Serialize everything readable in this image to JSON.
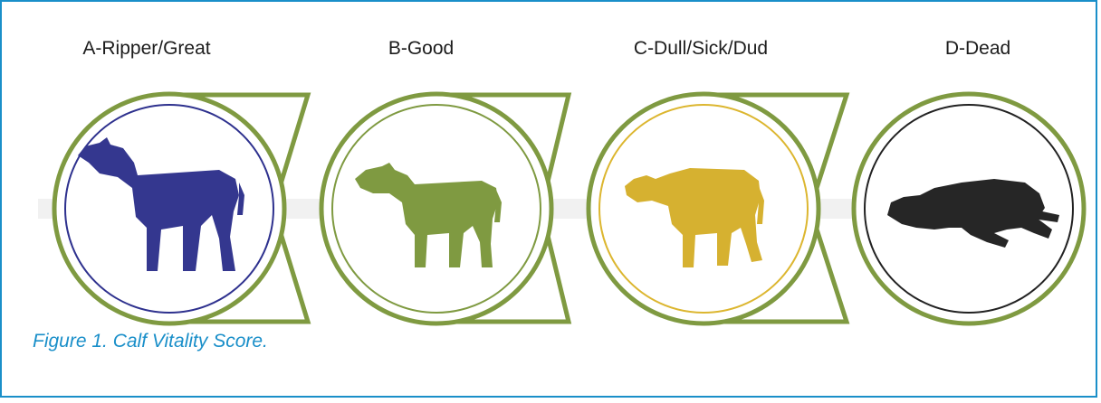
{
  "figure": {
    "caption": "Figure 1. Calf Vitality Score.",
    "chain_color": "#7f9a41",
    "scores": [
      {
        "label": "A-Ripper/Great",
        "ring_color": "#2e318e",
        "calf_color": "#34378f",
        "icon": "calf-standing-alert-icon"
      },
      {
        "label": "B-Good",
        "ring_color": "#7f9a41",
        "calf_color": "#7f9a41",
        "icon": "calf-standing-icon"
      },
      {
        "label": "C-Dull/Sick/Dud",
        "ring_color": "#dcb62f",
        "calf_color": "#d6b130",
        "icon": "calf-drooping-icon"
      },
      {
        "label": "D-Dead",
        "ring_color": "#222222",
        "calf_color": "#262626",
        "icon": "calf-lying-icon"
      }
    ]
  }
}
